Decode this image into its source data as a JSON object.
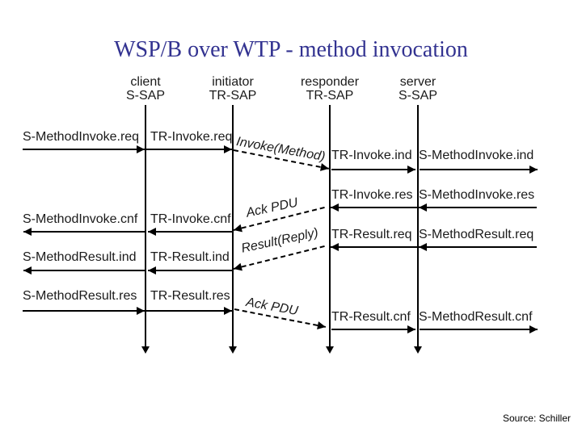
{
  "title": "WSP/B over WTP - method invocation",
  "source": "Source: Schiller",
  "colors": {
    "title": "#333391",
    "text": "#1a1a1a",
    "line": "#000000",
    "background": "#ffffff"
  },
  "columns": [
    {
      "role": "client",
      "sap": "S-SAP"
    },
    {
      "role": "initiator",
      "sap": "TR-SAP"
    },
    {
      "role": "responder",
      "sap": "TR-SAP"
    },
    {
      "role": "server",
      "sap": "S-SAP"
    }
  ],
  "messages": [
    "S-MethodInvoke.req",
    "TR-Invoke.req",
    "TR-Invoke.ind",
    "S-MethodInvoke.ind",
    "TR-Invoke.res",
    "S-MethodInvoke.res",
    "S-MethodInvoke.cnf",
    "TR-Invoke.cnf",
    "TR-Result.req",
    "S-MethodResult.req",
    "S-MethodResult.ind",
    "TR-Result.ind",
    "S-MethodResult.res",
    "TR-Result.res",
    "TR-Result.cnf",
    "S-MethodResult.cnf"
  ],
  "pdus": [
    "Invoke(Method)",
    "Ack PDU",
    "Result(Reply)",
    "Ack PDU"
  ]
}
